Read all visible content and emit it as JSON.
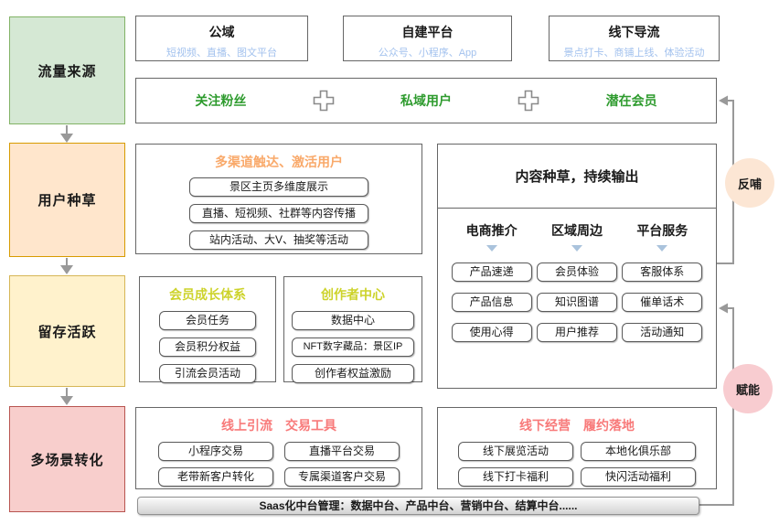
{
  "left_rail": {
    "stages": [
      {
        "label": "流量来源"
      },
      {
        "label": "用户种草"
      },
      {
        "label": "留存活跃"
      },
      {
        "label": "多场景转化"
      }
    ]
  },
  "traffic": {
    "channels": [
      {
        "title": "公域",
        "subtitle": "短视频、直播、图文平台"
      },
      {
        "title": "自建平台",
        "subtitle": "公众号、小程序、App"
      },
      {
        "title": "线下导流",
        "subtitle": "景点打卡、商铺上线、体验活动"
      }
    ],
    "pool": {
      "items": [
        "关注粉丝",
        "私域用户",
        "潜在会员"
      ]
    }
  },
  "seeding": {
    "activation": {
      "title": "多渠道触达、激活用户",
      "items": [
        "景区主页多维度展示",
        "直播、短视频、社群等内容传播",
        "站内活动、大V、抽奖等活动"
      ]
    },
    "content": {
      "title": "内容种草，持续输出",
      "columns": [
        {
          "header": "电商推介",
          "items": [
            "产品速递",
            "产品信息",
            "使用心得"
          ]
        },
        {
          "header": "区域周边",
          "items": [
            "会员体验",
            "知识图谱",
            "用户推荐"
          ]
        },
        {
          "header": "平台服务",
          "items": [
            "客服体系",
            "催单话术",
            "活动通知"
          ]
        }
      ]
    }
  },
  "retention": {
    "membership": {
      "title": "会员成长体系",
      "items": [
        "会员任务",
        "会员积分权益",
        "引流会员活动"
      ]
    },
    "creator": {
      "title": "创作者中心",
      "items": [
        "数据中心",
        "NFT数字藏品：景区IP",
        "创作者权益激励"
      ]
    }
  },
  "conversion": {
    "online": {
      "title": "线上引流　交易工具",
      "items": [
        "小程序交易",
        "直播平台交易",
        "老带新客户转化",
        "专属渠道客户交易"
      ]
    },
    "offline": {
      "title": "线下经营　履约落地",
      "items": [
        "线下展览活动",
        "本地化俱乐部",
        "线下打卡福利",
        "快闪活动福利"
      ]
    }
  },
  "feedback": {
    "top_label": "反哺",
    "bottom_label": "赋能"
  },
  "footer": {
    "label": "Saas化中台管理：数据中台、产品中台、营销中台、结算中台......"
  },
  "palette": {
    "stage_traffic_bg": "#d5e8d4",
    "stage_traffic_border": "#82b366",
    "stage_seeding_bg": "#ffe6cc",
    "stage_seeding_border": "#d79b00",
    "stage_retention_bg": "#fff2cc",
    "stage_retention_border": "#d6b656",
    "stage_conversion_bg": "#f8cecc",
    "stage_conversion_border": "#b85450",
    "channel_subtitle_text": "#a3c2ee",
    "pool_text": "#2e9b2e",
    "activation_title_text": "#f9a96a",
    "growth_title_text": "#cdd32b",
    "conversion_title_text": "#f87a7a",
    "feedback_top_bg": "#fce6d4",
    "feedback_bottom_bg": "#f8ccd0",
    "connector": "#999999",
    "column_triangle": "#aac3dc"
  }
}
